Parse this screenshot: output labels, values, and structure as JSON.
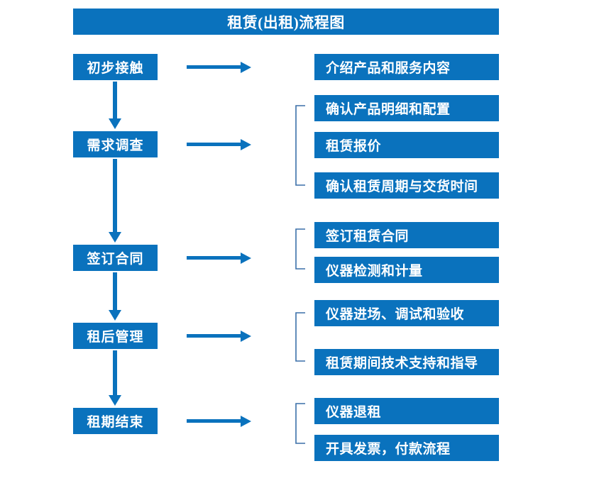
{
  "diagram": {
    "title": "租赁(出租)流程图",
    "accent_color": "#0a72bd",
    "text_color": "#ffffff",
    "background_color": "#ffffff",
    "stages": [
      {
        "label": "初步接触"
      },
      {
        "label": "需求调查"
      },
      {
        "label": "签订合同"
      },
      {
        "label": "租后管理"
      },
      {
        "label": "租期结束"
      }
    ],
    "details": [
      {
        "label": "介绍产品和服务内容"
      },
      {
        "label": "确认产品明细和配置"
      },
      {
        "label": "租赁报价"
      },
      {
        "label": "确认租赁周期与交货时间"
      },
      {
        "label": "签订租赁合同"
      },
      {
        "label": "仪器检测和计量"
      },
      {
        "label": "仪器进场、调试和验收"
      },
      {
        "label": "租赁期间技术支持和指导"
      },
      {
        "label": "仪器退租"
      },
      {
        "label": "开具发票，付款流程"
      }
    ],
    "groups": [
      {
        "stage": "初步接触",
        "details": [
          "介绍产品和服务内容"
        ]
      },
      {
        "stage": "需求调查",
        "details": [
          "确认产品明细和配置",
          "租赁报价",
          "确认租赁周期与交货时间"
        ]
      },
      {
        "stage": "签订合同",
        "details": [
          "签订租赁合同",
          "仪器检测和计量"
        ]
      },
      {
        "stage": "租后管理",
        "details": [
          "仪器进场、调试和验收",
          "租赁期间技术支持和指导"
        ]
      },
      {
        "stage": "租期结束",
        "details": [
          "仪器退租",
          "开具发票，付款流程"
        ]
      }
    ]
  }
}
